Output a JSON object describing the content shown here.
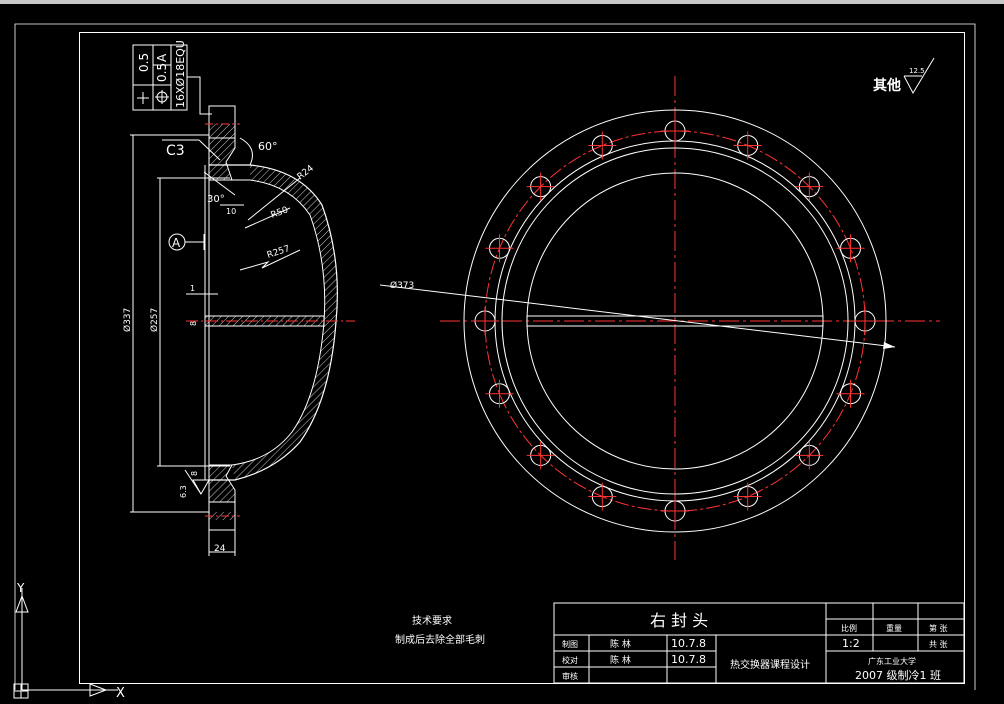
{
  "drawing": {
    "roughness_note": "其他",
    "roughness_value": "12.5",
    "tolerance": {
      "row1_value": "0.5",
      "row1_datum": "A",
      "row2_value": "0.5",
      "holes_note": "16XØ18EQU"
    },
    "chamfer": "C3",
    "angle_60": "60°",
    "angle_30": "30°",
    "dim_10": "10",
    "r24": "R24",
    "r50": "R50",
    "r257": "R257",
    "datum_a": "A",
    "dim_1": "1",
    "dim_8_mid": "8",
    "dim_337": "Ø337",
    "dim_257": "Ø257",
    "dim_8_low": "8",
    "roughness_low": "6.3",
    "dim_24": "24",
    "dim_373": "Ø373"
  },
  "tech_req": {
    "title": "技术要求",
    "line1": "制成后去除全部毛刺"
  },
  "title_block": {
    "part_name": "右 封 头",
    "scale_label": "比例",
    "weight_label": "重量",
    "sheet_label": "第 张",
    "total_label": "共 张",
    "scale_value": "1:2",
    "drawn_label": "制图",
    "drawn_name": "陈 林",
    "drawn_date": "10.7.8",
    "checked_label": "校对",
    "checked_name": "陈 林",
    "checked_date": "10.7.8",
    "review_label": "审核",
    "project": "热交换器课程设计",
    "school": "广东工业大学",
    "class": "2007 级制冷1 班"
  },
  "axes": {
    "y_label": "Y",
    "x_label": "X"
  }
}
